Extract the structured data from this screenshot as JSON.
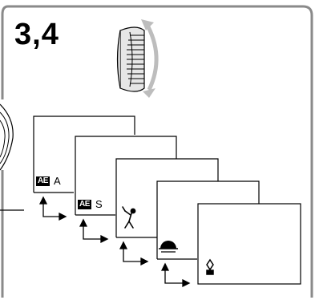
{
  "step": {
    "label": "3,4"
  },
  "modes": [
    {
      "name": "ae-a",
      "badge": "AE",
      "suffix": "A"
    },
    {
      "name": "ae-s",
      "badge": "AE",
      "suffix": "S"
    },
    {
      "name": "sports",
      "icon": "golfer-icon"
    },
    {
      "name": "sunset-moon",
      "icon": "sunset-moon-icon"
    },
    {
      "name": "landscape",
      "icon": "spotlight-icon"
    }
  ],
  "colors": {
    "frame": "#8a8a8a",
    "line": "#000000",
    "dial": "#bdbdbd"
  }
}
